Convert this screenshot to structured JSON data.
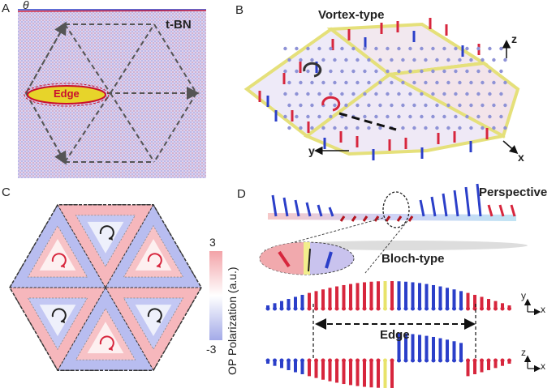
{
  "panels": {
    "a": {
      "letter": "A",
      "theta": "θ",
      "material": "t-BN",
      "edge_label": "Edge"
    },
    "b": {
      "letter": "B",
      "title": "Vortex-type",
      "axis_z": "z",
      "axis_y": "y",
      "axis_x": "x"
    },
    "c": {
      "letter": "C",
      "colorbar_max": "3",
      "colorbar_min": "-3",
      "colorbar_label": "OP Polarization (a.u.)"
    },
    "d": {
      "letter": "D",
      "perspective": "Perspective",
      "bloch": "Bloch-type",
      "edge": "Edge",
      "axes1": {
        "y": "y",
        "x": "x"
      },
      "axes2": {
        "z": "z",
        "x": "x"
      }
    }
  },
  "colors": {
    "red": "#d7263d",
    "blue": "#2b3fc9",
    "pink": "#f6c3c3",
    "lightblue": "#c8cdf3",
    "lattice": "#d9c6ee",
    "yellow": "#e8e36a"
  }
}
